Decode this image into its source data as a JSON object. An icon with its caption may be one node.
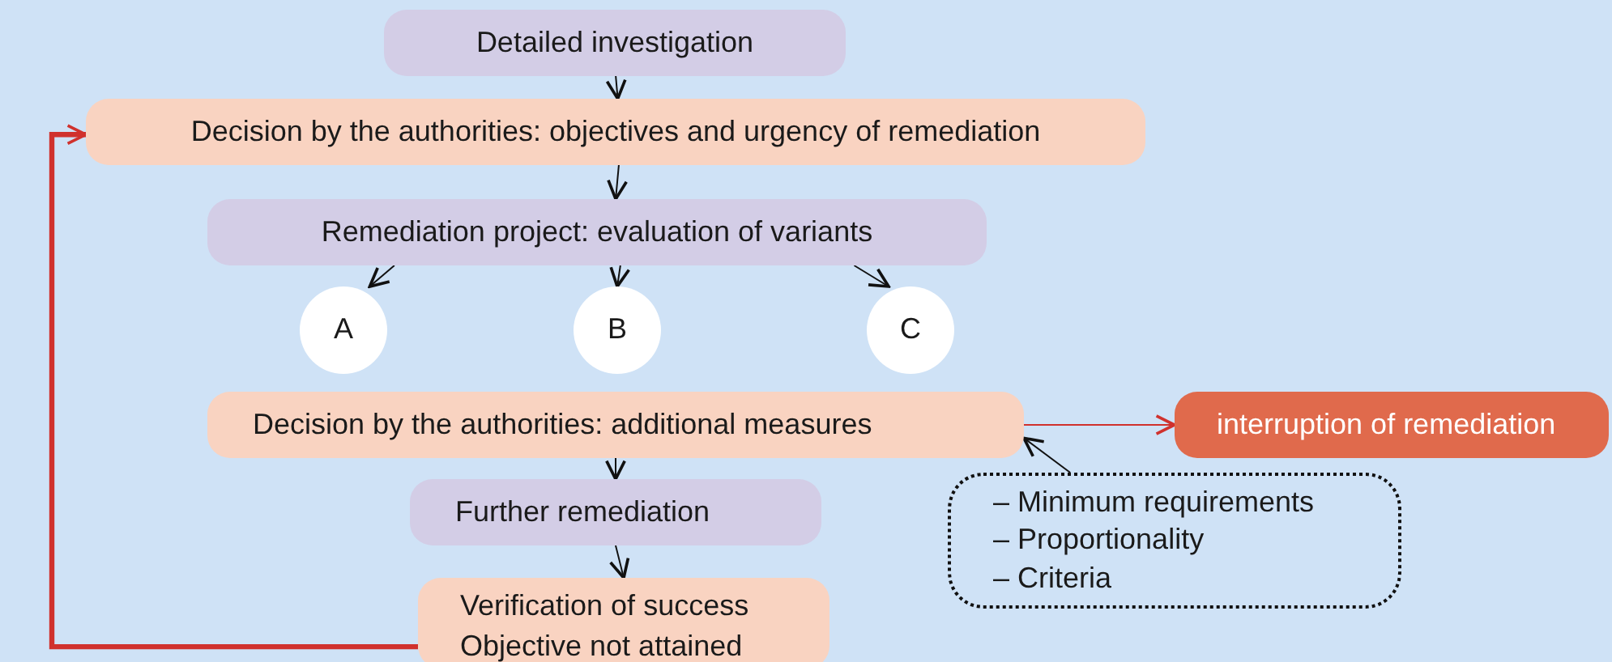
{
  "diagram": {
    "nodes": [
      {
        "text": [
          "Detailed investigation"
        ]
      },
      {
        "text": [
          "Decision by the authorities: objectives and urgency of remediation"
        ]
      },
      {
        "text": [
          "Remediation project: evaluation of variants"
        ]
      },
      {
        "text": [
          "A"
        ]
      },
      {
        "text": [
          "B"
        ]
      },
      {
        "text": [
          "C"
        ]
      },
      {
        "text": [
          "Decision by the authorities: additional measures"
        ]
      },
      {
        "text": [
          "interruption of remediation"
        ]
      },
      {
        "text": [
          "Further remediation"
        ]
      },
      {
        "text": [
          "– Minimum requirements",
          "– Proportionality",
          "– Criteria"
        ]
      },
      {
        "text": [
          "Verification of success",
          "Objective not attained"
        ]
      }
    ],
    "edges": [
      {
        "from": 0,
        "to": 1,
        "arrow": "to"
      },
      {
        "from": 1,
        "to": 2,
        "arrow": "to"
      },
      {
        "from": 2,
        "to": 3,
        "arrow": "to"
      },
      {
        "from": 2,
        "to": 4,
        "arrow": "to"
      },
      {
        "from": 2,
        "to": 5,
        "arrow": "to"
      },
      {
        "from": 6,
        "to": 7,
        "arrow": "to",
        "color": "#d0312d"
      },
      {
        "from": 9,
        "to": 6,
        "arrow": "to"
      },
      {
        "from": 6,
        "to": 8,
        "arrow": "to"
      },
      {
        "from": 8,
        "to": 10,
        "arrow": "to"
      },
      {
        "from": 10,
        "to": 1,
        "arrow": "to",
        "style": "thick",
        "color": "#d0312d"
      }
    ]
  }
}
